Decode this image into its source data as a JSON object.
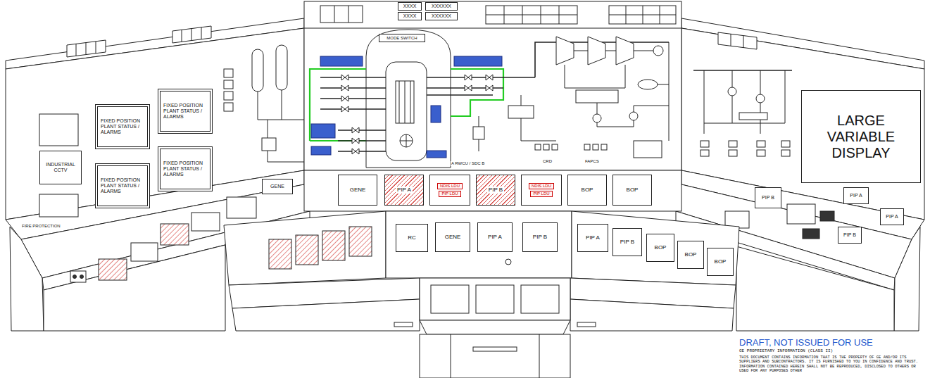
{
  "diagram": {
    "nodes": [
      {
        "text": [
          "XXXX"
        ]
      },
      {
        "text": [
          "XXXXXX"
        ]
      },
      {
        "text": [
          "XXXX"
        ]
      },
      {
        "text": [
          "XXXXXX"
        ]
      },
      {
        "text": [
          "MODE SWITCH"
        ]
      },
      {
        "text": [
          "FIXED POSITION PLANT STATUS / ALARMS"
        ]
      },
      {
        "text": [
          "FIXED POSITION PLANT STATUS / ALARMS"
        ]
      },
      {
        "text": [
          "FIXED POSITION PLANT STATUS / ALARMS"
        ]
      },
      {
        "text": [
          "FIXED POSITION PLANT STATUS / ALARMS"
        ]
      },
      {
        "text": [
          "INDUSTRIAL CCTV"
        ]
      },
      {
        "text": [
          "LARGE VARIABLE DISPLAY"
        ]
      },
      {
        "text": [
          "GENE"
        ]
      },
      {
        "text": [
          "GENE"
        ]
      },
      {
        "text": [
          "PIP A"
        ]
      },
      {
        "text": [
          "NDIS LDU",
          "PIP LDU"
        ]
      },
      {
        "text": [
          "PIP B"
        ]
      },
      {
        "text": [
          "NDIS LDU",
          "PIP LDU"
        ]
      },
      {
        "text": [
          "BOP"
        ]
      },
      {
        "text": [
          "BOP"
        ]
      },
      {
        "text": [
          "PIP B"
        ]
      },
      {
        "text": [
          "PIP A"
        ]
      },
      {
        "text": [
          "PIP A"
        ]
      },
      {
        "text": [
          "PIP B"
        ]
      },
      {
        "text": [
          "RC"
        ]
      },
      {
        "text": [
          "GENE"
        ]
      },
      {
        "text": [
          "PIP A"
        ]
      },
      {
        "text": [
          "PIP B"
        ]
      },
      {
        "text": [
          "PIP A"
        ]
      },
      {
        "text": [
          "PIP B"
        ]
      },
      {
        "text": [
          "BOP"
        ]
      },
      {
        "text": [
          "BOP"
        ]
      },
      {
        "text": [
          "BOP"
        ]
      }
    ],
    "labels": [
      "FIRE PROTECTION",
      "A RWCU / SDC B",
      "CRD",
      "FAPCS",
      "DRAFT, NOT ISSUED FOR USE",
      "GE PROPRIETARY INFORMATION (CLASS II)",
      "THIS DOCUMENT CONTAINS INFORMATION THAT IS THE PROPERTY OF GE AND/OR ITS SUPPLIERS AND SUBCONTRACTORS. IT IS FURNISHED TO YOU IN CONFIDENCE AND TRUST. INFORMATION CONTAINED HEREIN SHALL NOT BE REPRODUCED, DISCLOSED TO OTHERS OR USED FOR ANY PURPOSES OTHER"
    ]
  }
}
